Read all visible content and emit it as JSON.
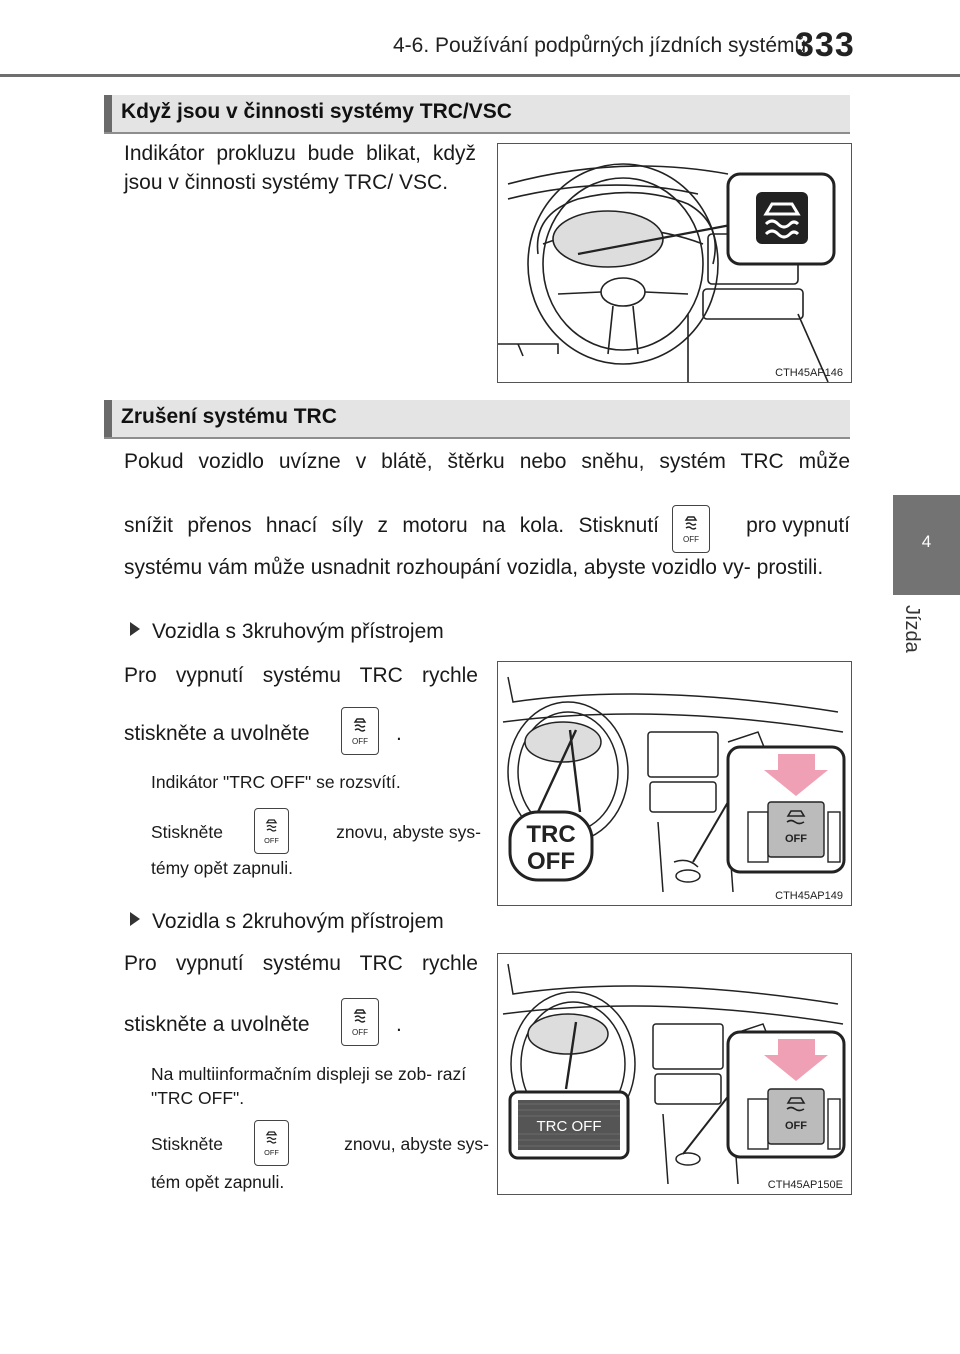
{
  "header": {
    "title": "4-6. Používání podpůrných jízdních systémů",
    "page_number": "333"
  },
  "side_tab": {
    "number": "4",
    "label": "Jízda"
  },
  "section1": {
    "heading": "Když jsou v činnosti systémy TRC/VSC",
    "text": "Indikátor prokluzu bude blikat, když jsou v činnosti systémy TRC/ VSC.",
    "figure_code": "CTH45AP146"
  },
  "section2": {
    "heading": "Zrušení systému TRC",
    "para_a": "Pokud vozidlo uvízne v blátě, štěrku nebo sněhu, systém TRC může",
    "para_b1": "snížit přenos hnací síly z motoru na kola. Stisknutí",
    "para_b2": "pro vypnutí",
    "para_c": "systému vám může usnadnit rozhoupání vozidla, abyste vozidlo vy- prostili."
  },
  "sub1": {
    "bullet": "Vozidla s 3kruhovým přístrojem",
    "line1": "Pro vypnutí systému TRC rychle",
    "line2a": "stiskněte a uvolněte",
    "line2b": ".",
    "note1": "Indikátor \"TRC OFF\" se rozsvítí.",
    "note2a": "Stiskněte",
    "note2b": "znovu, abyste sys-",
    "note3": "témy opět zapnuli.",
    "figure_code": "CTH45AP149",
    "callout_big": [
      "TRC",
      "OFF"
    ],
    "button_off": "OFF"
  },
  "sub2": {
    "bullet": "Vozidla s 2kruhovým přístrojem",
    "line1": "Pro vypnutí systému TRC rychle",
    "line2a": "stiskněte a uvolněte",
    "line2b": ".",
    "note1": "Na multiinformačním displeji se zob- razí \"TRC OFF\".",
    "note2a": "Stiskněte",
    "note2b": "znovu, abyste sys-",
    "note3": "tém opět zapnuli.",
    "figure_code": "CTH45AP150E",
    "display_text": "TRC OFF",
    "button_off": "OFF"
  },
  "icon_label": "OFF"
}
